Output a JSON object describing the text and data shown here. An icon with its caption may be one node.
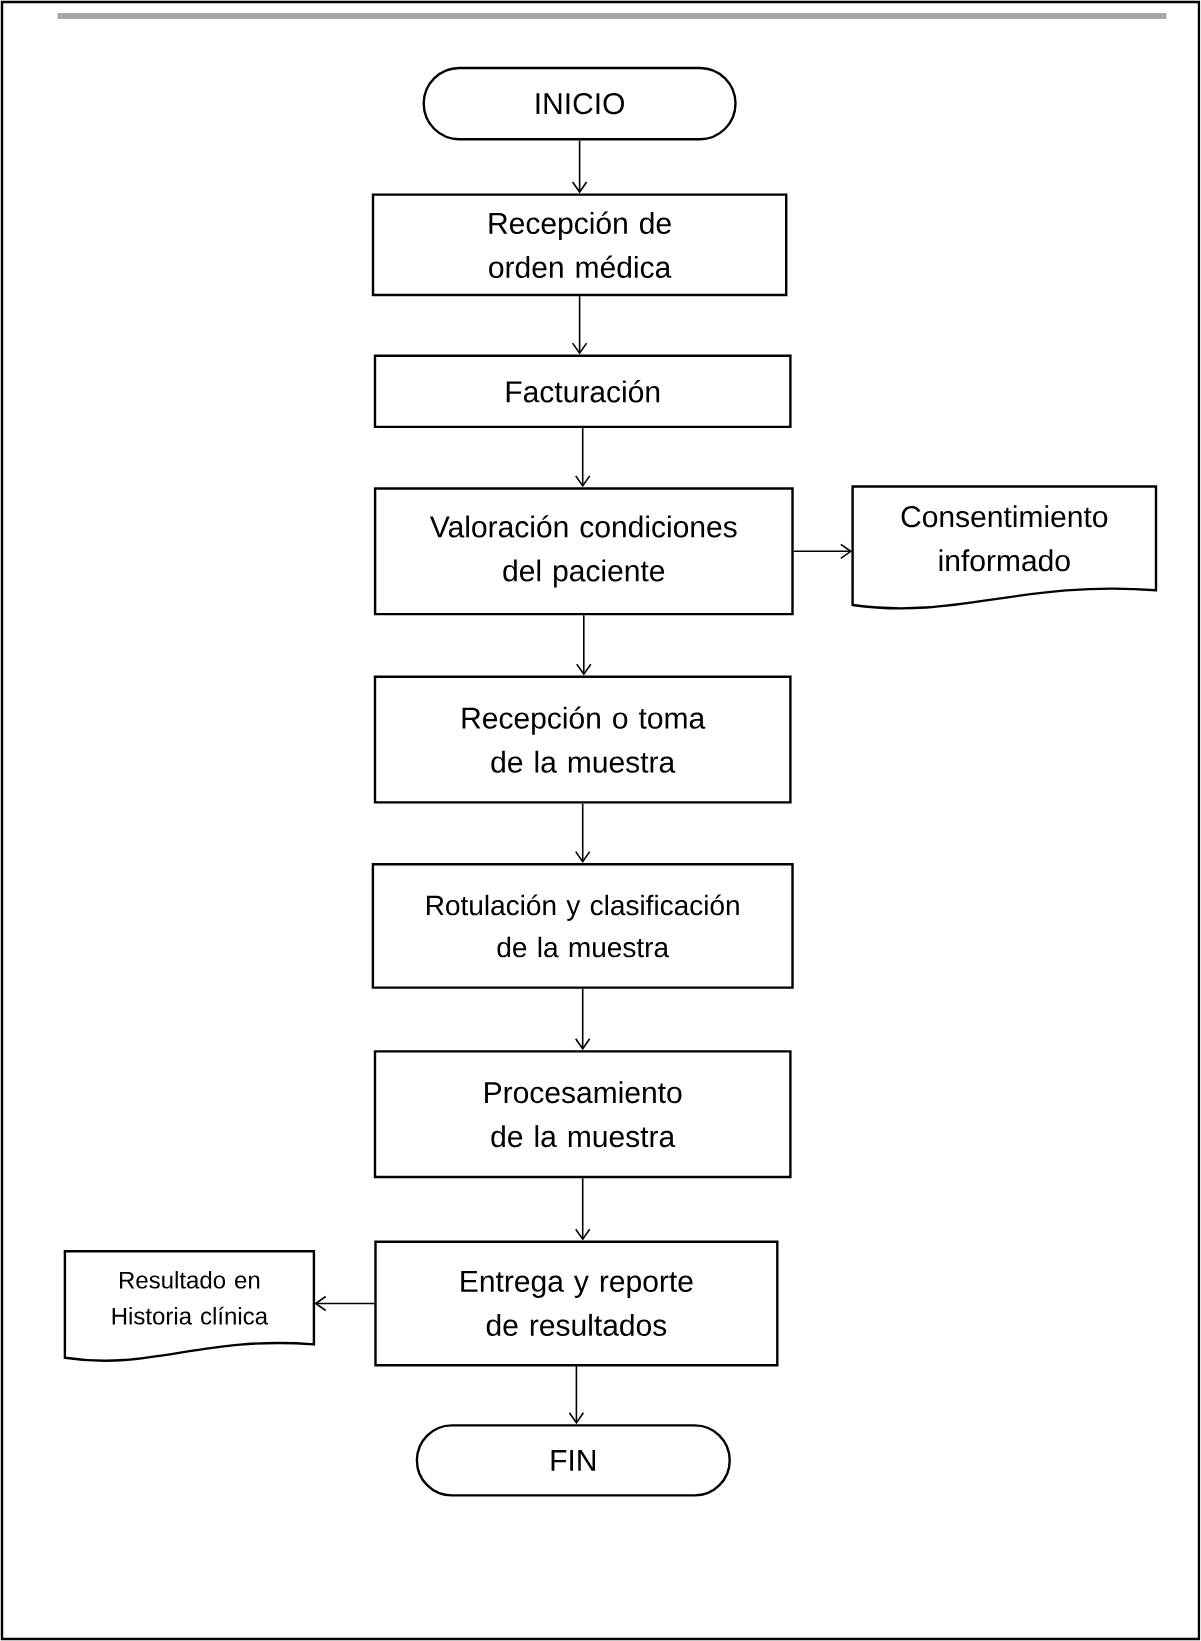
{
  "diagram": {
    "nodes": [
      {
        "text": [
          "INICIO"
        ]
      },
      {
        "text": [
          "Recepción de orden médica"
        ]
      },
      {
        "text": [
          "Facturación"
        ]
      },
      {
        "text": [
          "Valoración condiciones del paciente"
        ]
      },
      {
        "text": [
          "Consentimiento informado"
        ]
      },
      {
        "text": [
          "Recepción o toma de la muestra"
        ]
      },
      {
        "text": [
          "Rotulación y clasificación de la muestra"
        ]
      },
      {
        "text": [
          "Procesamiento de la muestra"
        ]
      },
      {
        "text": [
          "Entrega  y reporte de resultados"
        ]
      },
      {
        "text": [
          "Resultado en Historia clínica"
        ]
      },
      {
        "text": [
          "FIN"
        ]
      }
    ],
    "edges": [
      {
        "from": 0,
        "to": 1,
        "arrow": "to"
      },
      {
        "from": 1,
        "to": 2,
        "arrow": "to"
      },
      {
        "from": 2,
        "to": 3,
        "arrow": "to"
      },
      {
        "from": 3,
        "to": 4,
        "arrow": "to"
      },
      {
        "from": 3,
        "to": 5,
        "arrow": "to"
      },
      {
        "from": 5,
        "to": 6,
        "arrow": "to"
      },
      {
        "from": 6,
        "to": 7,
        "arrow": "to"
      },
      {
        "from": 7,
        "to": 8,
        "arrow": "to"
      },
      {
        "from": 8,
        "to": 9,
        "arrow": "to"
      },
      {
        "from": 8,
        "to": 10,
        "arrow": "to"
      }
    ]
  }
}
